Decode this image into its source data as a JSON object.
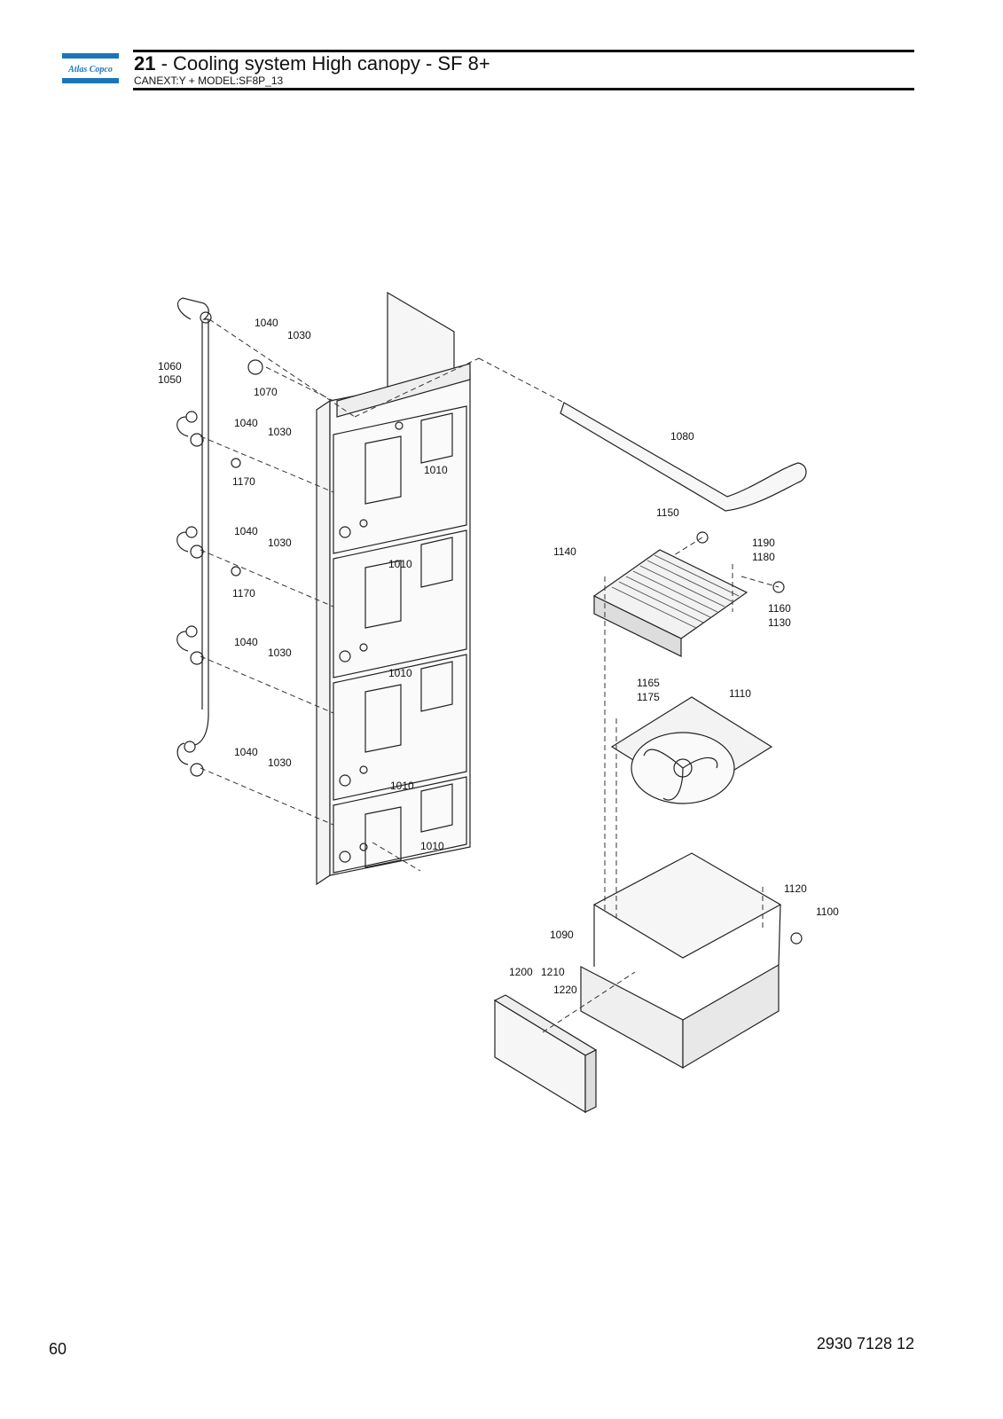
{
  "header": {
    "brand": "Atlas Copco",
    "section_number": "21",
    "title_text": " - Cooling system High canopy - SF 8+",
    "subtitle": "CANEXT:Y + MODEL:SF8P_13"
  },
  "callouts": [
    "1040",
    "1030",
    "1060",
    "1050",
    "1070",
    "1040",
    "1030",
    "1170",
    "1010",
    "1080",
    "1040",
    "1030",
    "1170",
    "1150",
    "1140",
    "1190",
    "1180",
    "1010",
    "1160",
    "1130",
    "1040",
    "1030",
    "1010",
    "1165",
    "1175",
    "1110",
    "1040",
    "1030",
    "1010",
    "1010",
    "1120",
    "1100",
    "1090",
    "1200",
    "1210",
    "1220"
  ],
  "footer": {
    "page_number": "60",
    "document_number": "2930 7128 12"
  }
}
